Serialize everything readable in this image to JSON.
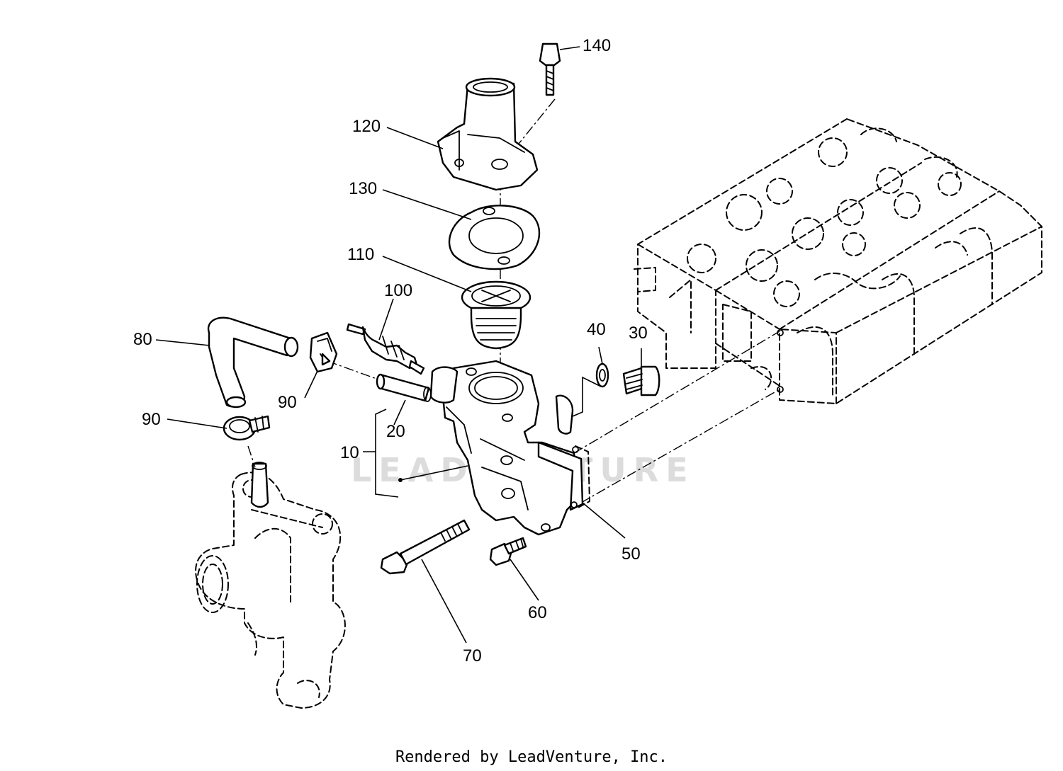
{
  "diagram": {
    "callouts": [
      {
        "id": "c140",
        "label": "140"
      },
      {
        "id": "c120",
        "label": "120"
      },
      {
        "id": "c130",
        "label": "130"
      },
      {
        "id": "c110",
        "label": "110"
      },
      {
        "id": "c100",
        "label": "100"
      },
      {
        "id": "c80",
        "label": "80"
      },
      {
        "id": "c90a",
        "label": "90"
      },
      {
        "id": "c90b",
        "label": "90"
      },
      {
        "id": "c20",
        "label": "20"
      },
      {
        "id": "c10",
        "label": "10"
      },
      {
        "id": "c40",
        "label": "40"
      },
      {
        "id": "c30",
        "label": "30"
      },
      {
        "id": "c50",
        "label": "50"
      },
      {
        "id": "c60",
        "label": "60"
      },
      {
        "id": "c70",
        "label": "70"
      }
    ],
    "watermark": "LEADVENTURE",
    "footer": "Rendered by LeadVenture, Inc."
  }
}
